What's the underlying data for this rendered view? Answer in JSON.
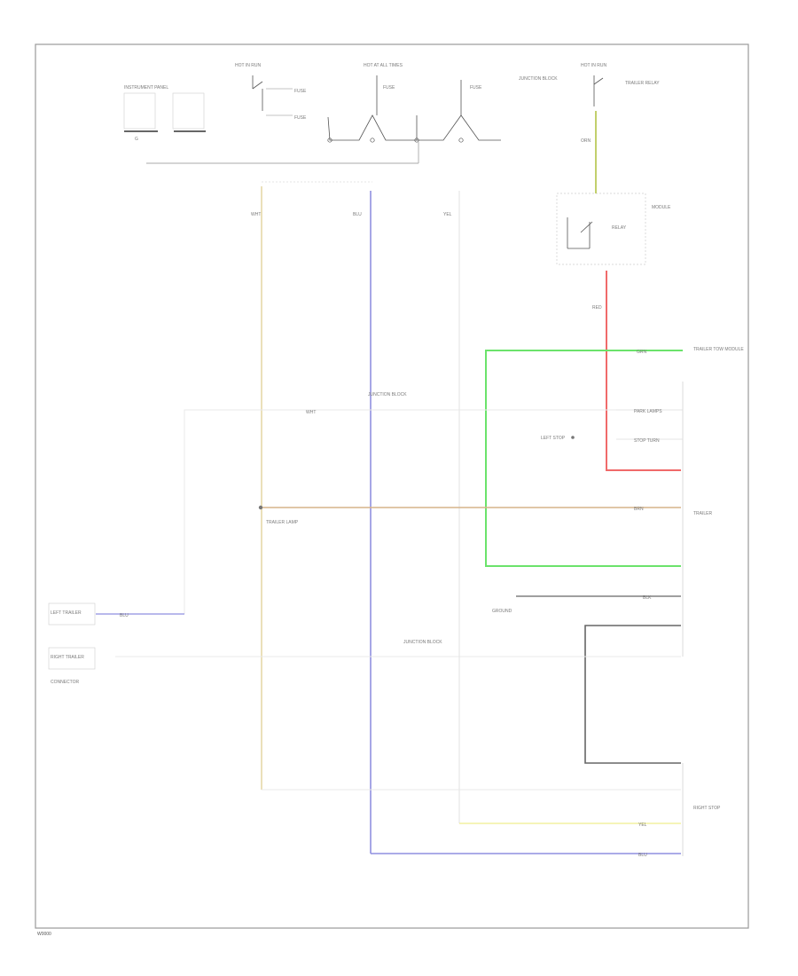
{
  "colors": {
    "background": "#ffffff",
    "frame": "#9a9a9a",
    "wire_tan": "#e6d9a8",
    "wire_blue": "#8f8fe0",
    "wire_green": "#6be36b",
    "wire_red": "#f06a6a",
    "wire_yellow": "#f2f0a0",
    "wire_olive": "#c2d06c",
    "wire_gray": "#dddddd",
    "wire_black": "#666666",
    "text": "#8a8a8a"
  },
  "footer": {
    "page_id": "W0000"
  },
  "labels": {
    "hot_at_all_times_1": "HOT IN RUN",
    "hot_at_all_times_2": "HOT AT ALL TIMES",
    "hot_at_all_times_3": "HOT IN RUN",
    "instrument_panel": "INSTRUMENT PANEL",
    "ground": "G",
    "connector_trailer": "TRAILER",
    "junction_block": "JUNCTION BLOCK",
    "trailer_relay": "TRAILER RELAY",
    "trailer_lamp": "TRAILER LAMP",
    "ground_point": "GROUND",
    "left_trailer": "LEFT TRAILER",
    "right_trailer": "RIGHT TRAILER",
    "trailer_tow_module": "TRAILER TOW MODULE",
    "park_lamps": "PARK LAMPS",
    "stop_turn": "STOP TURN",
    "wire_wht": "WHT",
    "wire_blu": "BLU",
    "wire_grn": "GRN",
    "wire_red": "RED",
    "wire_yel": "YEL",
    "wire_brn": "BRN",
    "wire_blk": "BLK",
    "wire_orn": "ORN"
  },
  "components": {
    "fuse_1": "FUSE",
    "fuse_2": "FUSE",
    "fuse_3": "FUSE",
    "fuse_4": "FUSE",
    "relay_label": "RELAY",
    "module_label": "MODULE",
    "connector_label": "CONNECTOR",
    "left_stop_label": "LEFT STOP",
    "right_stop_label": "RIGHT STOP"
  }
}
